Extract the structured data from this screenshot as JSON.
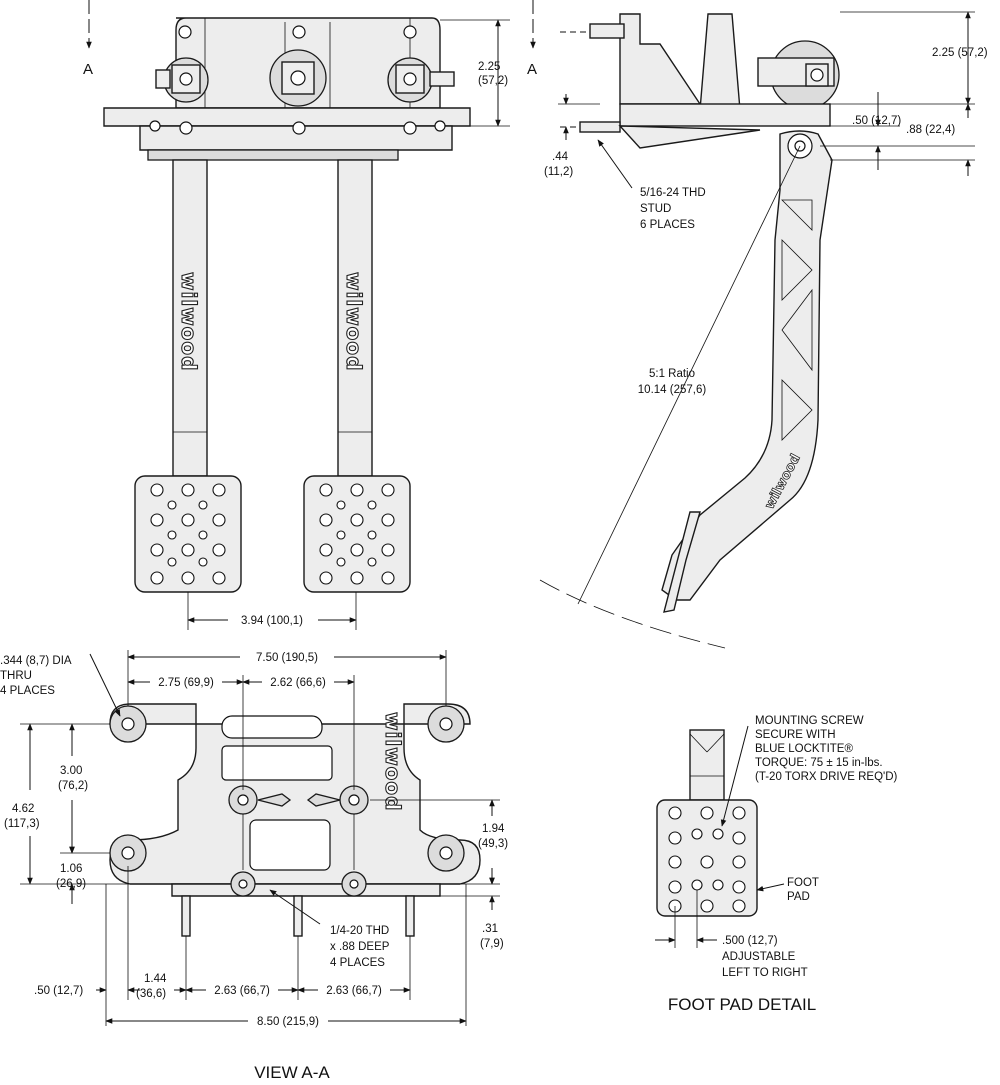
{
  "drawing": {
    "section_marker": "A",
    "view_title": "VIEW A-A",
    "detail_title": "FOOT PAD DETAIL",
    "brand_mark": "wilwood"
  },
  "front_view": {
    "pad_spacing": "3.94 (100,1)",
    "height": "2.25\n(57,2)"
  },
  "side_view": {
    "height": "2.25 (57,2)",
    "offset_a": ".50 (12,7)",
    "offset_b": ".88 (22,4)",
    "stud_offset": ".44\n(11,2)",
    "stud_note": [
      "5/16-24 THD",
      "STUD",
      "6 PLACES"
    ],
    "ratio_label": "5:1 Ratio",
    "ratio_length": "10.14 (257,6)"
  },
  "view_aa": {
    "hole_note": [
      ".344 (8,7) DIA",
      "THRU",
      "4 PLACES"
    ],
    "width_outer": "7.50 (190,5)",
    "spacing_left": "2.75 (69,9)",
    "spacing_right": "2.62 (66,6)",
    "height_inner": "3.00\n(76,2)",
    "height_total": "4.62\n(117,3)",
    "height_low": "1.06\n(26,9)",
    "pivot_height": "1.94\n(49,3)",
    "stud_len": ".31\n(7,9)",
    "tap_note": [
      "1/4-20 THD",
      "x .88 DEEP",
      "4 PLACES"
    ],
    "edge_left": ".50 (12,7)",
    "stud_from_edge": "1.44\n(36,6)",
    "stud_spacing_1": "2.63 (66,7)",
    "stud_spacing_2": "2.63 (66,7)",
    "width_total": "8.50 (215,9)"
  },
  "foot_pad_detail": {
    "screw_note": [
      "MOUNTING SCREW",
      "SECURE WITH",
      "BLUE LOCKTITE®",
      "TORQUE: 75 ± 15 in-lbs.",
      "(T-20 TORX DRIVE REQ'D)"
    ],
    "pad_label": [
      "FOOT",
      "PAD"
    ],
    "adjust_note": [
      ".500 (12,7)",
      "ADJUSTABLE",
      "LEFT TO RIGHT"
    ]
  }
}
